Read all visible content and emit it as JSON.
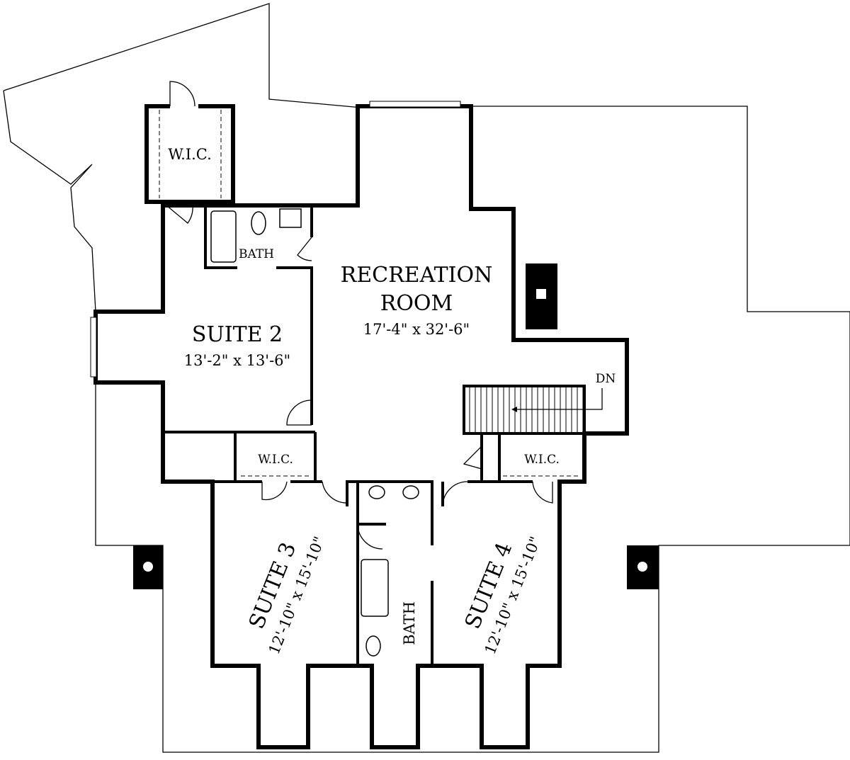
{
  "rooms": {
    "wic_top": "W.I.C.",
    "bath_top": "BATH",
    "recreation_name_1": "RECREATION",
    "recreation_name_2": "ROOM",
    "recreation_dims": "17'-4\" x 32'-6\"",
    "suite2_name": "SUITE 2",
    "suite2_dims": "13'-2\" x 13'-6\"",
    "stairs_label": "DN",
    "wic_suite3": "W.I.C.",
    "wic_suite4": "W.I.C.",
    "suite3_name": "SUITE 3",
    "suite3_dims": "12'-10\" x 15'-10\"",
    "bath_center": "BATH",
    "suite4_name": "SUITE 4",
    "suite4_dims": "12'-10\" x 15'-10\""
  }
}
